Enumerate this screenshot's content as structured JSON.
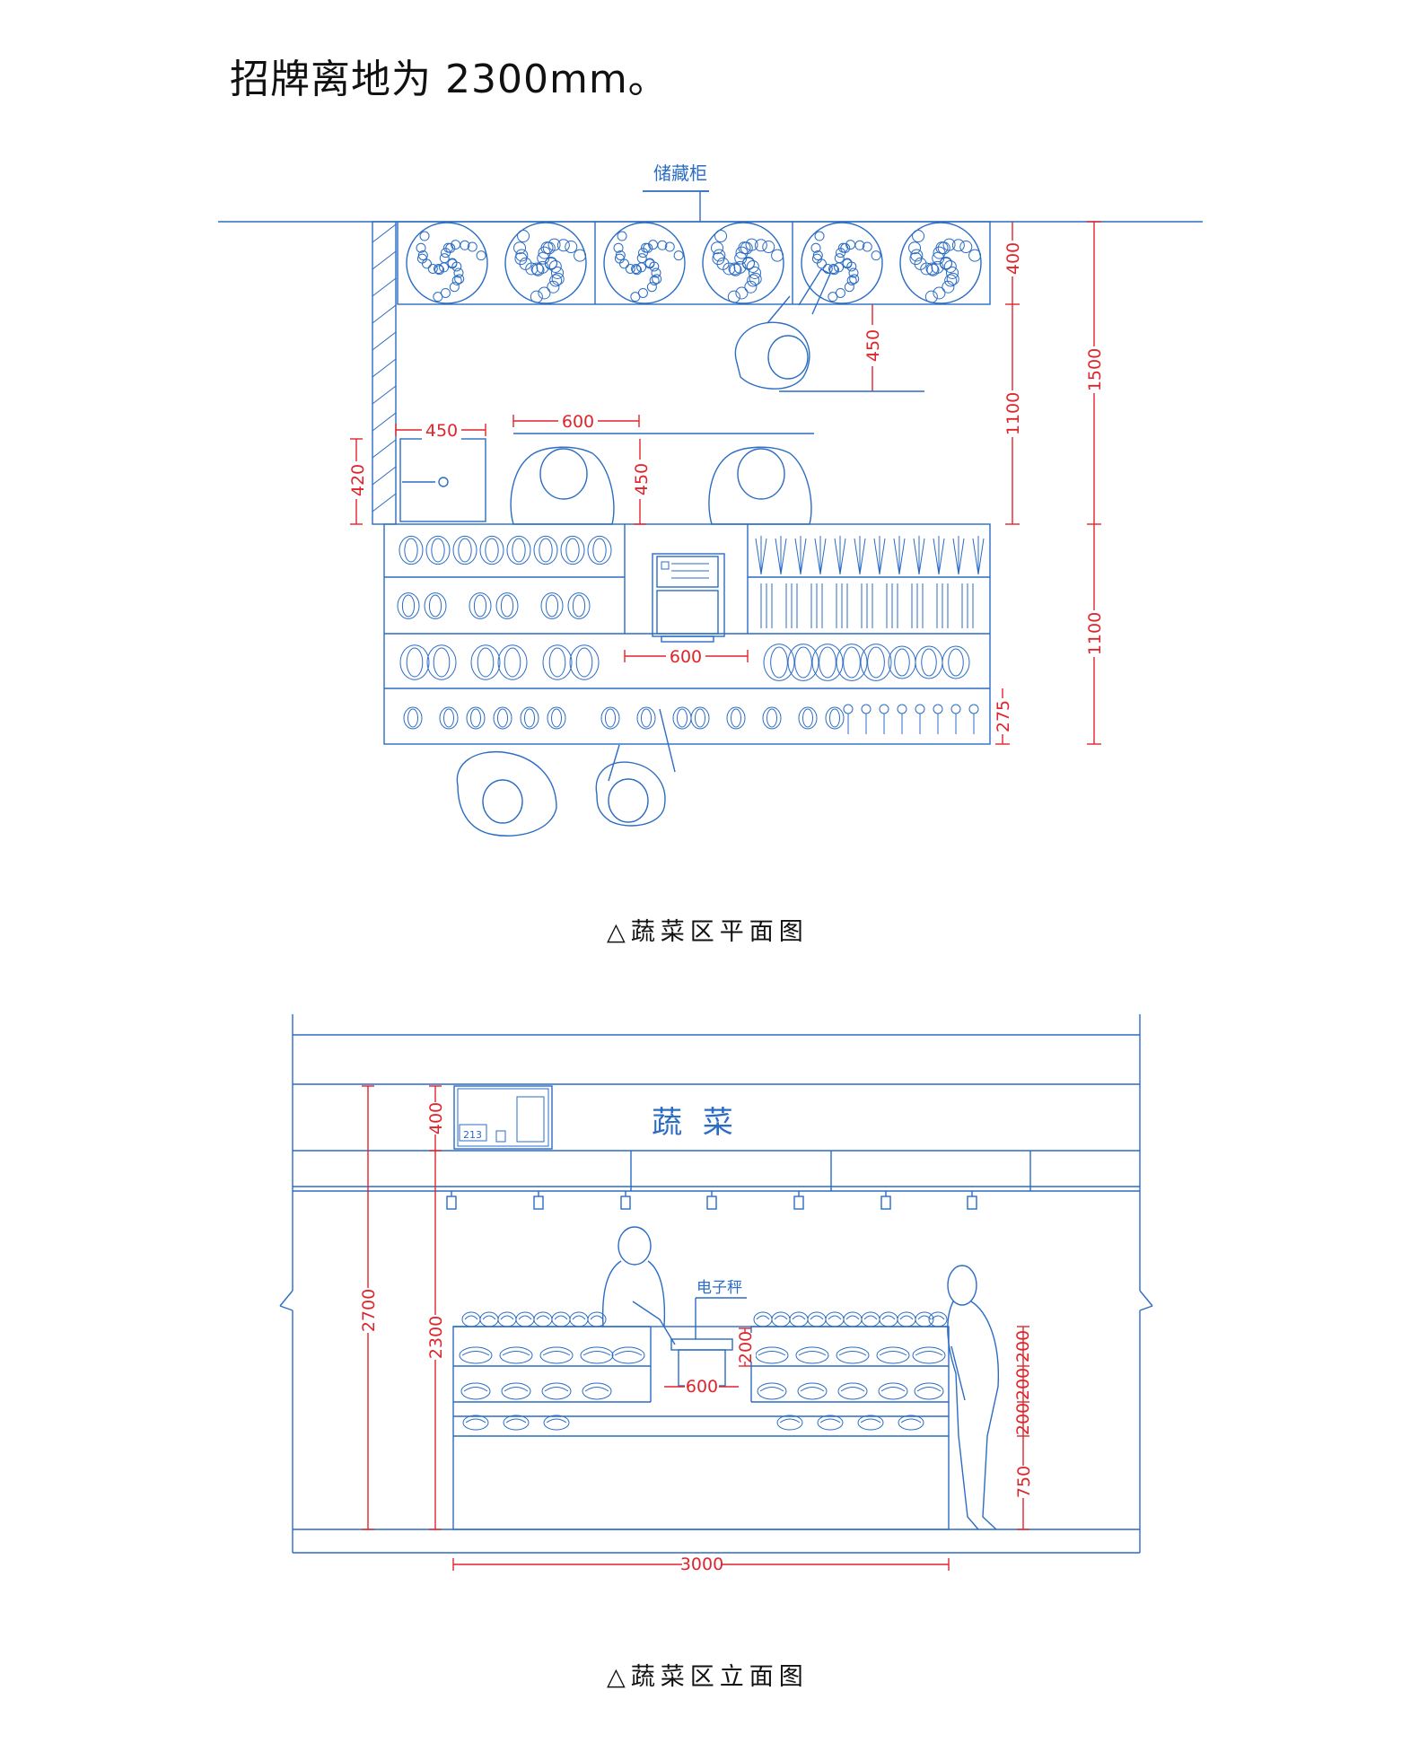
{
  "heading": "招牌离地为 2300mm。",
  "plan": {
    "caption": "△蔬菜区平面图",
    "storage_label": "储藏柜",
    "dims": {
      "d400": "400",
      "d450_top": "450",
      "d1100_a": "1100",
      "d1500": "1500",
      "d600_top": "600",
      "d450_left": "450",
      "d420": "420",
      "d450_mid": "450",
      "d600_mid": "600",
      "d1100_b": "1100",
      "d275": "275"
    }
  },
  "elevation": {
    "caption": "△蔬菜区立面图",
    "sign_text": "蔬 菜",
    "scale_label": "电子秤",
    "board_number": "213",
    "dims": {
      "d2700": "2700",
      "d400": "400",
      "d2300": "2300",
      "d200_scale": "200",
      "d600": "600",
      "d200_a": "200",
      "d200_b": "200",
      "d200_c": "200",
      "d750": "750",
      "d3000": "3000"
    }
  },
  "colors": {
    "line": "#2b6cc4",
    "dimension": "#e0242b",
    "text": "#111111"
  }
}
